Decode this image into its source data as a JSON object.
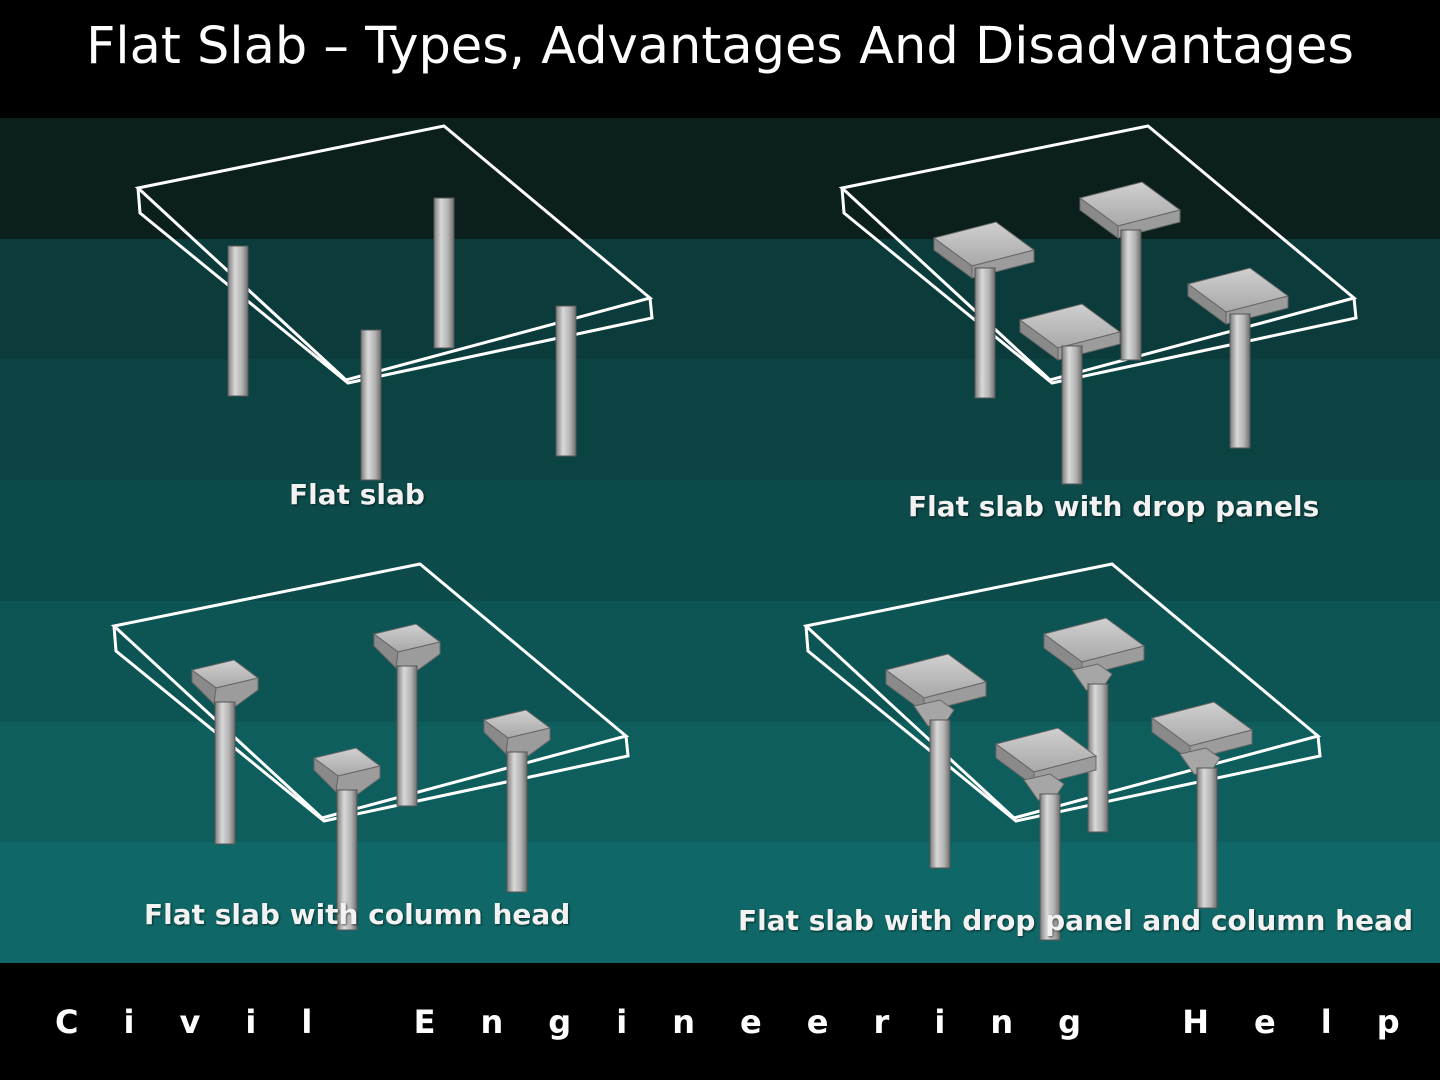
{
  "header": {
    "title": "Flat Slab – Types, Advantages And Disadvantages"
  },
  "colors": {
    "bands": [
      "#0b1f1c",
      "#0b3b3a",
      "#0b4343",
      "#0c4b4a",
      "#0d5454",
      "#0e5e5d",
      "#0f6867"
    ],
    "outline": "#ffffff",
    "column": "#b8b8b8"
  },
  "diagrams": [
    {
      "caption": "Flat slab",
      "type": "flat-slab"
    },
    {
      "caption": "Flat slab with drop panels",
      "type": "drop-panels"
    },
    {
      "caption": "Flat slab with column head",
      "type": "column-head"
    },
    {
      "caption": "Flat slab with drop panel and column head",
      "type": "drop-panel-column-head"
    }
  ],
  "footer": {
    "text": "Civil Engineering Help"
  }
}
